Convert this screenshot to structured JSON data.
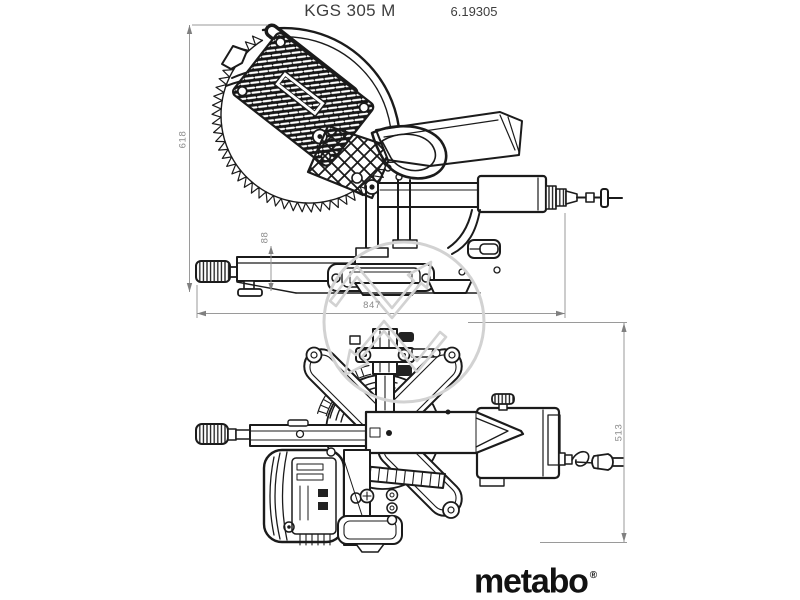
{
  "header": {
    "model": "KGS 305 M",
    "article_no": "6.19305"
  },
  "dimensions": {
    "height_mm": "618",
    "table_height_mm": "88",
    "depth_mm": "847",
    "width_mm": "513"
  },
  "brand": {
    "logo": "metabo",
    "registered_mark": "®"
  },
  "icons": {
    "watermark": "circular-arrows-watermark-icon"
  },
  "colors": {
    "background": "#ffffff",
    "line": "#1b1b1b",
    "dimension": "#8f8f8f",
    "watermark": "#d2d2d2",
    "brand_text": "#121212"
  }
}
